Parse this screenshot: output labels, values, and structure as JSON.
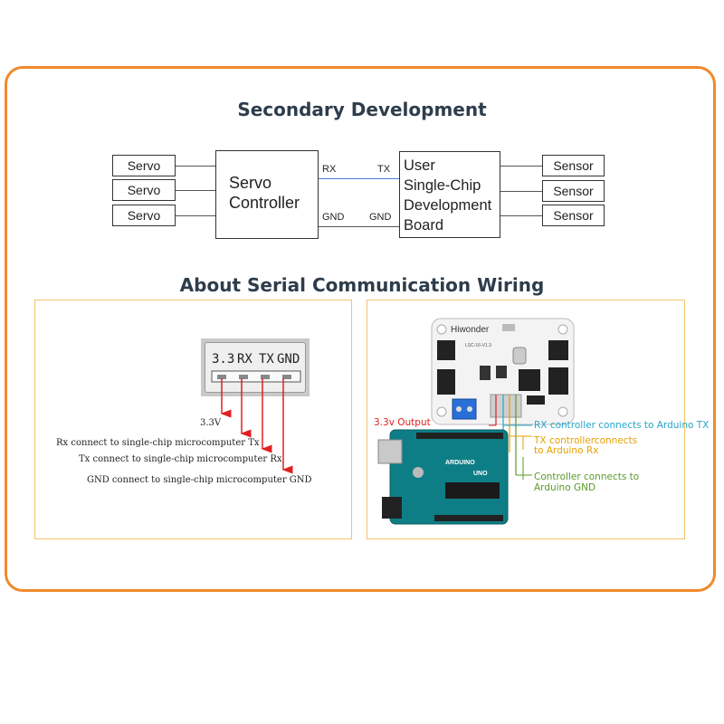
{
  "headings": {
    "secondary": "Secondary Development",
    "serial": "About Serial Communication Wiring"
  },
  "diagram": {
    "servos": [
      "Servo",
      "Servo",
      "Servo"
    ],
    "controller": [
      "Servo",
      "Controller"
    ],
    "board": [
      "User",
      "Single-Chip",
      "Development",
      "Board"
    ],
    "sensors": [
      "Sensor",
      "Sensor",
      "Sensor"
    ],
    "labels": {
      "rx": "RX",
      "tx": "TX",
      "gnd_left": "GND",
      "gnd_right": "GND"
    }
  },
  "connector": {
    "pins": [
      "3.3",
      "RX",
      "TX",
      "GND"
    ],
    "notes": [
      "3.3V",
      "Rx connect to single-chip microcomputer Tx",
      "Tx connect to single-chip microcomputer   Rx",
      "GND connect to single-chip microcomputer GND"
    ]
  },
  "board_photo": {
    "brand": "Hiwonder",
    "model": "LSC-16-V1.3",
    "uno_brand": "ARDUINO",
    "uno_model": "UNO",
    "notes": {
      "output": "3.3v Output",
      "rx": "RX controller connects to Arduino TX",
      "tx_line1": "TX controllerconnects",
      "tx_line2": "to  Arduino Rx",
      "gnd_line1": "Controller connects to",
      "gnd_line2": "Arduino GND"
    }
  },
  "colors": {
    "frame": "#f08a2a",
    "panel_border": "#f3c46a",
    "title": "#2e3d4c",
    "arrow": "#e02020",
    "rx_line": "#4a7fd0",
    "rx_note": "#26a6c8",
    "tx_note": "#e6a000",
    "gnd_note": "#5a9a2a",
    "output_note": "#e02020"
  }
}
